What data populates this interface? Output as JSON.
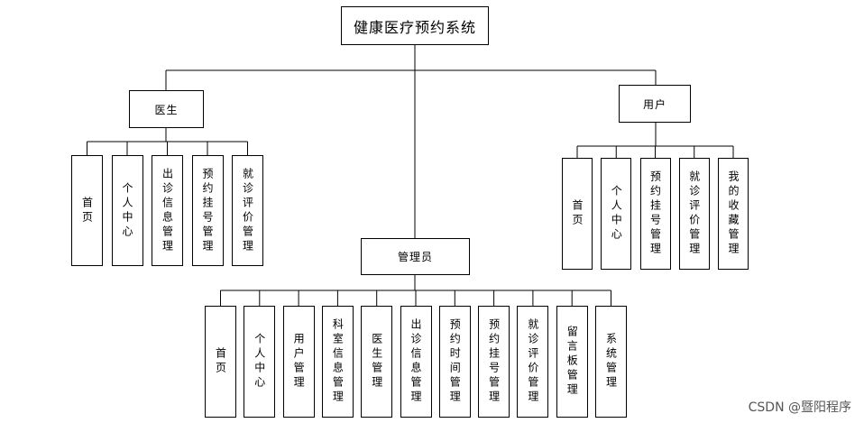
{
  "root": {
    "label": "健康医疗预约系统"
  },
  "roles": [
    {
      "id": "doctor",
      "label": "医生",
      "children": [
        "首页",
        "个人中心",
        "出诊信息管理",
        "预约挂号管理",
        "就诊评价管理"
      ]
    },
    {
      "id": "user",
      "label": "用户",
      "children": [
        "首页",
        "个人中心",
        "预约挂号管理",
        "就诊评价管理",
        "我的收藏管理"
      ]
    },
    {
      "id": "admin",
      "label": "管理员",
      "children": [
        "首页",
        "个人中心",
        "用户管理",
        "科室信息管理",
        "医生管理",
        "出诊信息管理",
        "预约时间管理",
        "预约挂号管理",
        "就诊评价管理",
        "留言板管理",
        "系统管理"
      ]
    }
  ],
  "watermark": "CSDN @暨阳程序"
}
